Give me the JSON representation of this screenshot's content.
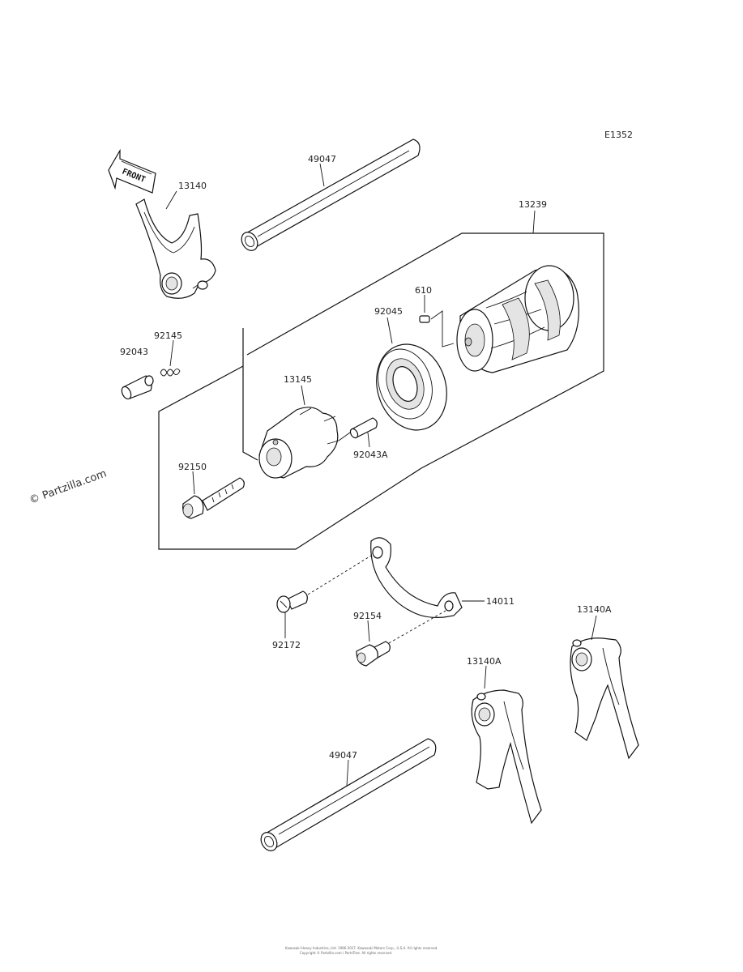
{
  "diagram": {
    "id": "E1352",
    "watermark": "© Partzilla.com",
    "front_marker": "FRONT",
    "copyright_line_1": "Kawasaki Heavy Industries, Ltd. 1996-2017. Kawasaki Motors Corp., U.S.A. All rights reserved.",
    "copyright_line_2": "Copyright © Partzilla.com / PartsTree. All rights reserved."
  },
  "parts": [
    {
      "number": "49047",
      "name": "shift-rod-upper"
    },
    {
      "number": "13140",
      "name": "shift-fork-upper"
    },
    {
      "number": "13239",
      "name": "shift-drum-assembly"
    },
    {
      "number": "610",
      "name": "pin"
    },
    {
      "number": "92045",
      "name": "bearing"
    },
    {
      "number": "92145",
      "name": "spring"
    },
    {
      "number": "92043",
      "name": "pin-92043"
    },
    {
      "number": "13145",
      "name": "drum-cam"
    },
    {
      "number": "92043A",
      "name": "pin-92043a"
    },
    {
      "number": "92150",
      "name": "bolt-92150"
    },
    {
      "number": "14011",
      "name": "holder-plate"
    },
    {
      "number": "92154",
      "name": "bolt-92154"
    },
    {
      "number": "92172",
      "name": "screw-92172"
    },
    {
      "number": "13140A",
      "name": "shift-fork-right"
    },
    {
      "number": "13140A",
      "name": "shift-fork-middle"
    },
    {
      "number": "49047",
      "name": "shift-rod-lower"
    }
  ]
}
